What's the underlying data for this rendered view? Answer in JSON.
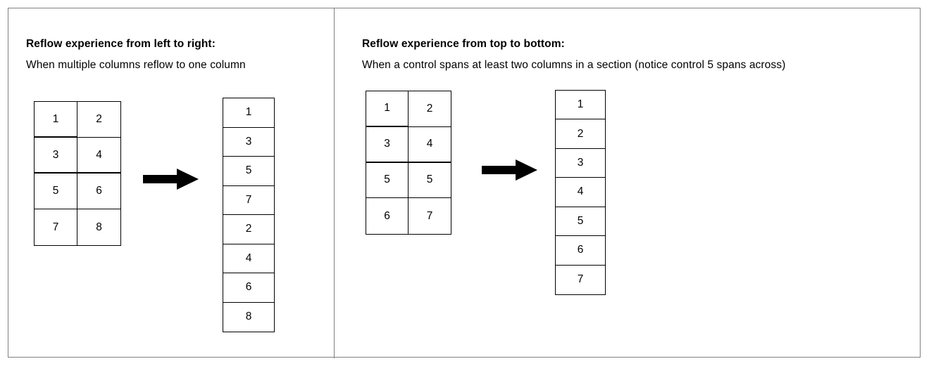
{
  "diagram": {
    "title": "Reflow experience diagrams",
    "border_color": "#808080",
    "line_color": "#000000",
    "background_color": "#ffffff"
  },
  "panels": [
    {
      "id": "left-to-right",
      "title": "Reflow experience from left to right:",
      "subtitle": "When multiple columns reflow to one column",
      "source_grid": {
        "columns": 2,
        "rows": 4,
        "cells": [
          "1",
          "2",
          "3",
          "4",
          "5",
          "6",
          "7",
          "8"
        ],
        "section_break_after_row": 2
      },
      "arrow": {
        "icon": "arrow-right-icon",
        "direction": "right",
        "color": "#000000"
      },
      "result_column": {
        "cells": [
          "1",
          "3",
          "5",
          "7",
          "2",
          "4",
          "6",
          "8"
        ]
      }
    },
    {
      "id": "top-to-bottom",
      "title": "Reflow experience from top to bottom:",
      "subtitle": "When a control spans at least two columns in a section (notice control 5 spans across)",
      "source_grid": {
        "columns": 2,
        "rows": 4,
        "cells": [
          "1",
          "2",
          "3",
          "4",
          "5",
          "5",
          "6",
          "7"
        ],
        "section_break_after_row": 2
      },
      "arrow": {
        "icon": "arrow-right-icon",
        "direction": "right",
        "color": "#000000"
      },
      "result_column": {
        "cells": [
          "1",
          "2",
          "3",
          "4",
          "5",
          "6",
          "7"
        ]
      }
    }
  ]
}
